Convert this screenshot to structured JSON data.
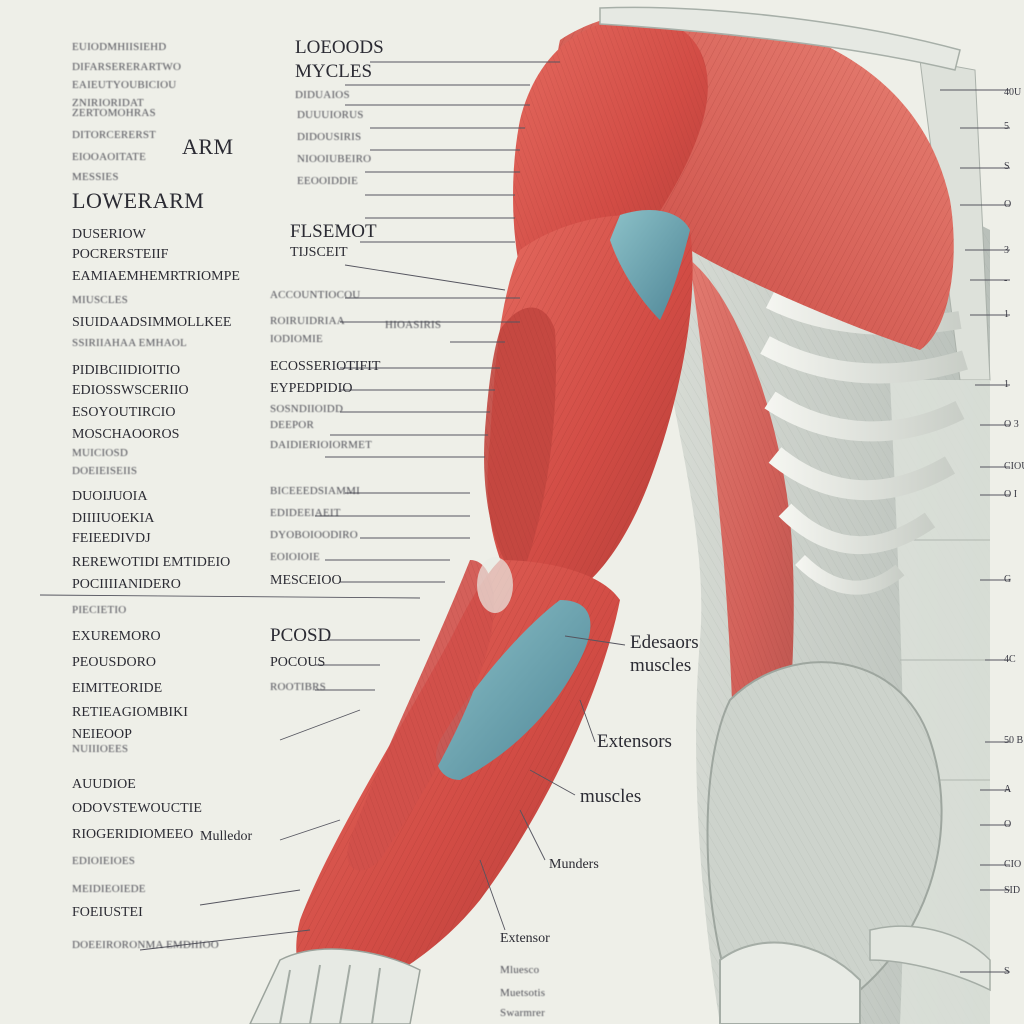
{
  "colors": {
    "background": "#eeefe8",
    "muscle_red": "#d4504a",
    "muscle_dark": "#a83530",
    "tendon_blue": "#5f9aa8",
    "bone": "#dfe2dc",
    "leader_line": "#55555f"
  },
  "headings": {
    "arm": "ARM",
    "lower_arm": "LOWERARM"
  },
  "left_column": [
    "EUIODMHIISIEHD",
    "DIFARSERERARTWO",
    "EAIEUTYOUBICIOU",
    "ZNIRIORIDAT",
    "ZERTOMOHRAS",
    "DITORCERERST",
    "EIOOAOITATE",
    "MESSIES",
    "DUSERIOW",
    "POCRERSTEIIF",
    "EAMIAEMHEMRTRIOMPE",
    "MIUSCLES",
    "SIUIDAADSIMMOLLKEE",
    "SSIRIIAHAA EMHAOL",
    "PIDIBCIIDIOITIO",
    "EDIOSSWSCERIIO",
    "ESOYOUTIRCIO",
    "MOSCHAOOROS",
    "MUICIOSD",
    "DOEIEISEIIS",
    "DUOIJUOIA",
    "DIIIIUOEKIA",
    "FEIEEDIVDJ",
    "REREWOTIDI EMTIDEIO",
    "POCIIIIANIDERO",
    "PIECIETIO",
    "EXUREMORO",
    "PEOUSDORO",
    "EIMITEORIDE",
    "RETIEAGIOMBIKI",
    "NEIEOOP",
    "NUIIIOEES",
    "AUUDIOE",
    "ODOVSTEWOUCTIE",
    "RIOGERIDIOMEEO",
    "EDIOIEIOES",
    "MEIDIEOIEDE",
    "FOEIUSTEI",
    "DOEEIRORONMA EMDIIIOO"
  ],
  "middle_column": [
    "LOEOODS",
    "MYCLES",
    "DIDUAIOS",
    "DUUUIORUS",
    "DIDOUSIRIS",
    "NIOOIUBEIRO",
    "EEOOIDDIE",
    "FLSEMOT",
    "TIJSCEIT",
    "ACCOUNTIOCOU",
    "ROIRUIDRIAA",
    "IODIOMIE",
    "ECOSSERIOTIFIT",
    "EYPEDPIDIO",
    "SOSNDIIOIDD",
    "DEEPOR",
    "DAIDIERIOIORMET",
    "BICEEEDSIAMMI",
    "EDIDEEIAEIT",
    "DYOBOIOODIRO",
    "EOIOIOIE",
    "MESCEIOO",
    "PCOSD",
    "POCOUS",
    "ROOTIBRS",
    "HIOASIRIS"
  ],
  "callouts": {
    "extensors_1": "Edesaors",
    "muscles_1": "muscles",
    "extensors_2": "Extensors",
    "muscles_2": "muscles",
    "munders": "Munders",
    "mulledor": "Mulledor",
    "extensor": "Extensor",
    "mulesco": "Mluesco",
    "murisotis": "Muetsotis",
    "surrounds": "Swarmrer"
  },
  "right_edge": [
    "40U",
    "5",
    "S",
    "O",
    "3",
    "-",
    "1",
    "1",
    "O 3",
    "CIOU",
    "O I",
    "G",
    "4C",
    "50 B",
    "A",
    "O",
    "CIO",
    "SID",
    "S"
  ]
}
